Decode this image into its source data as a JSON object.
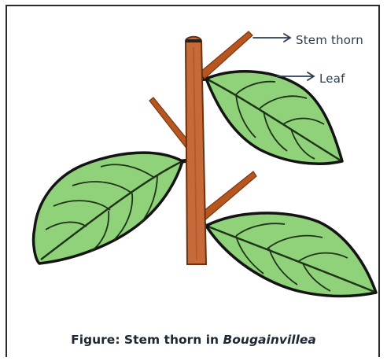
{
  "labels": {
    "stem_thorn": "Stem thorn",
    "leaf": "Leaf"
  },
  "caption": {
    "prefix": "Figure: Stem thorn in ",
    "species": "Bougainvillea"
  },
  "colors": {
    "stem": "#c66a3a",
    "thorn": "#b8561f",
    "leaf_fill": "#8fd27a",
    "leaf_outline": "#141414",
    "vein": "#1e3318",
    "arrow": "#2c3e50"
  }
}
